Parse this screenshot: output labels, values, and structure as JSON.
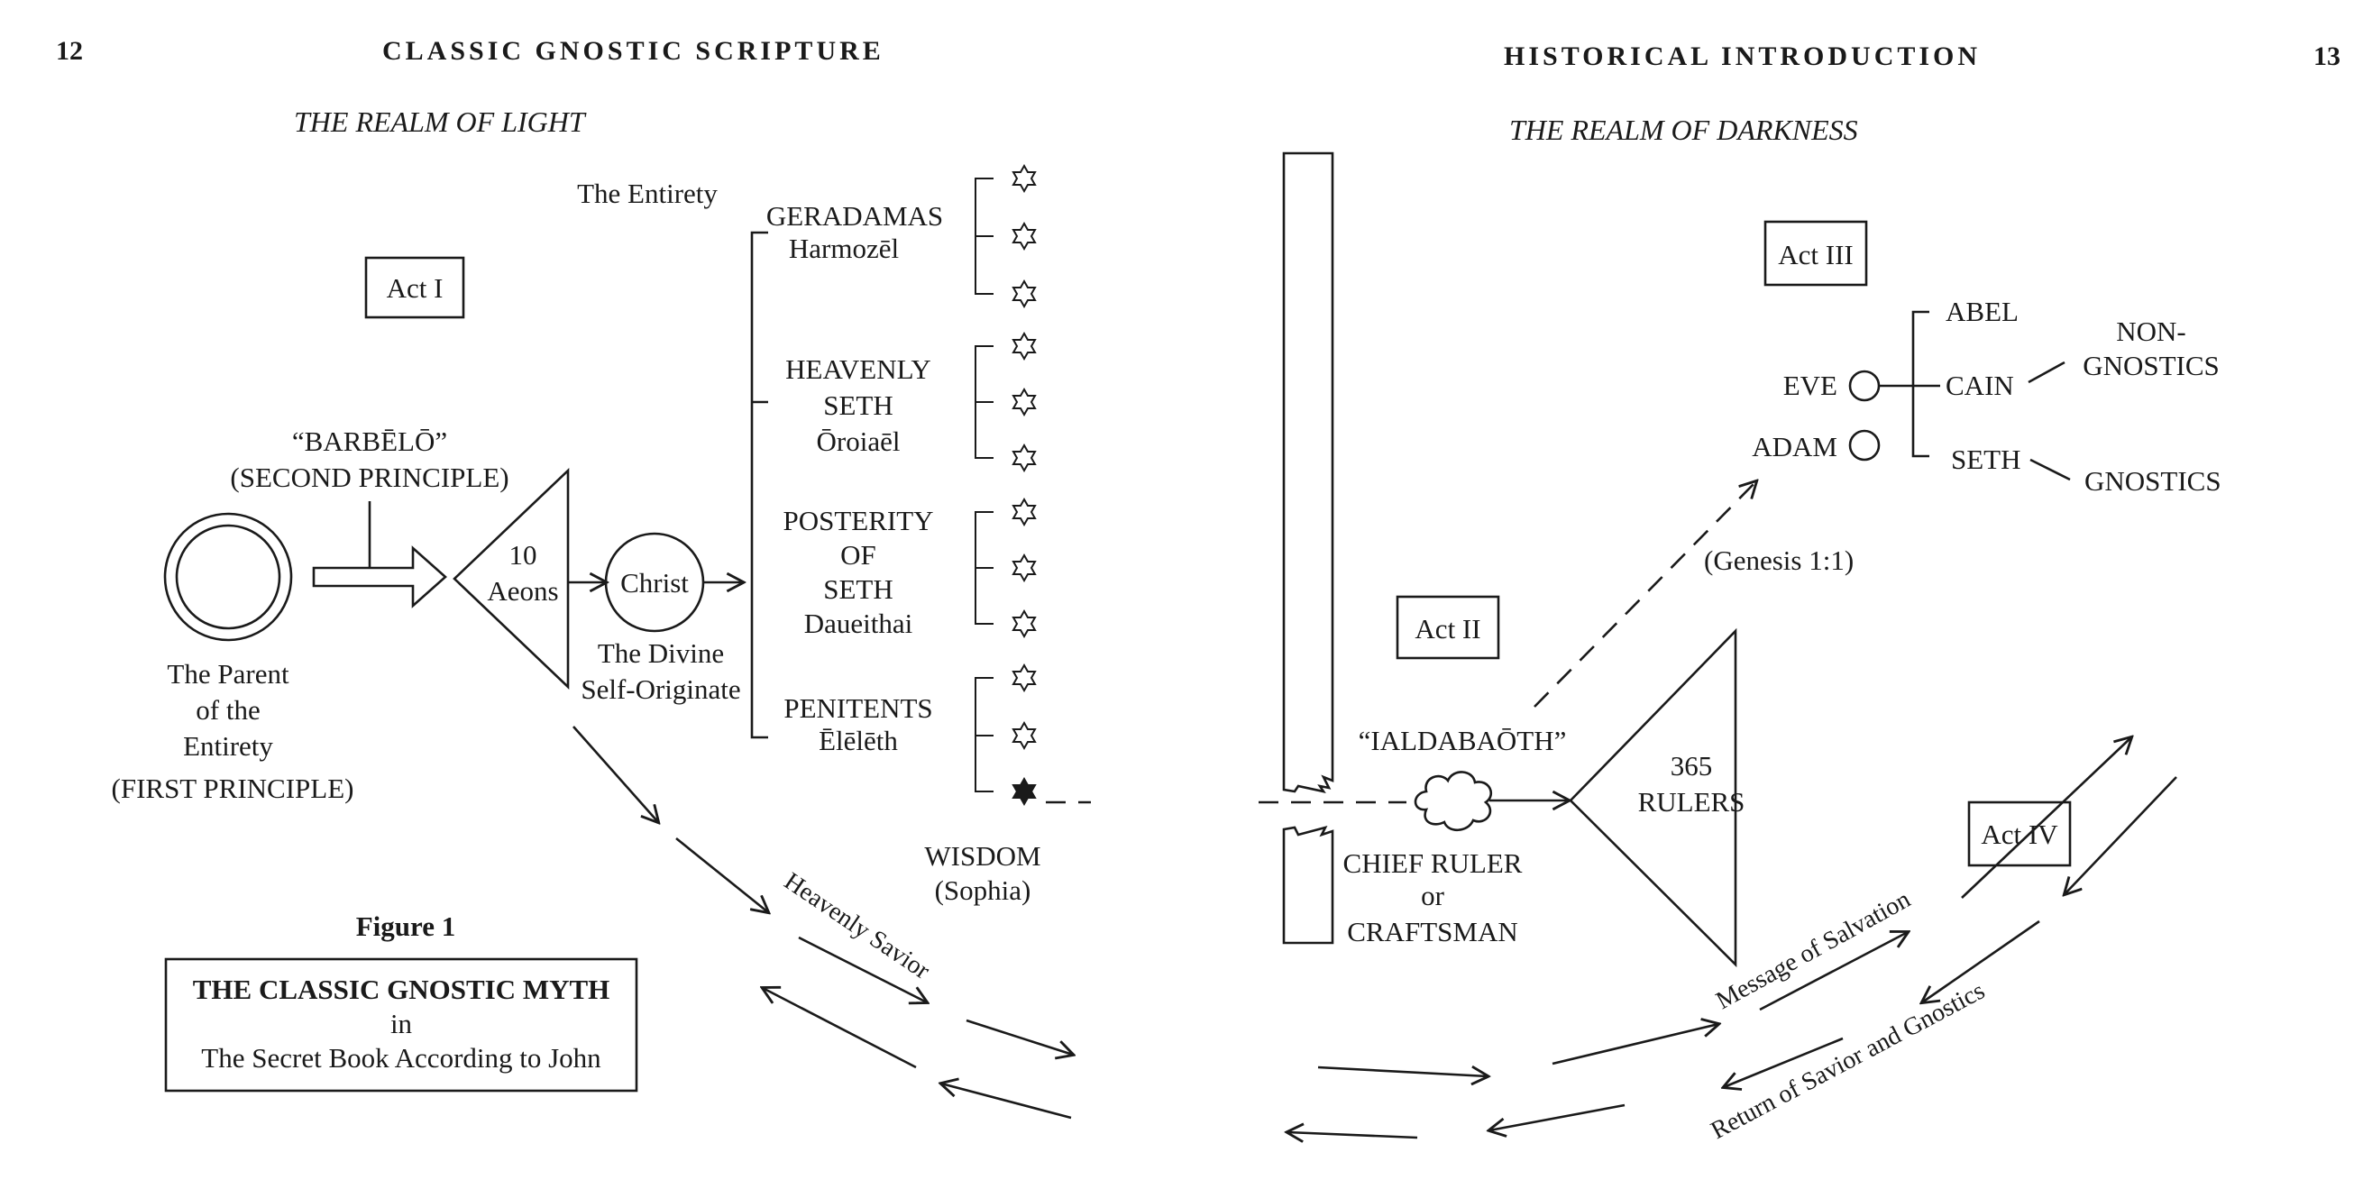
{
  "left_page": {
    "page_number": "12",
    "running_head": "CLASSIC GNOSTIC SCRIPTURE",
    "realm_title": "THE REALM OF LIGHT",
    "act_label": "Act I",
    "entirety_label": "The Entirety",
    "parent_label_lines": [
      "The Parent",
      "of the",
      "Entirety"
    ],
    "first_principle": "(FIRST PRINCIPLE)",
    "barbelo": "“BARBĒLŌ”",
    "second_principle": "(SECOND PRINCIPLE)",
    "aeons_lines": [
      "10",
      "Aeons"
    ],
    "christ": "Christ",
    "self_originate_lines": [
      "The Divine",
      "Self-Originate"
    ],
    "luminaries": [
      {
        "name_lines": [
          "GERADAMAS"
        ],
        "sub": "Harmozēl"
      },
      {
        "name_lines": [
          "HEAVENLY",
          "SETH"
        ],
        "sub": "Ōroiaēl"
      },
      {
        "name_lines": [
          "POSTERITY",
          "OF",
          "SETH"
        ],
        "sub": "Daueithai"
      },
      {
        "name_lines": [
          "PENITENTS"
        ],
        "sub": "Ēlēlēth"
      }
    ],
    "wisdom": "WISDOM",
    "sophia": "(Sophia)",
    "heavenly_savior": "Heavenly Savior",
    "figure_label": "Figure 1",
    "caption_lines": [
      "THE CLASSIC GNOSTIC MYTH",
      "in",
      "The Secret Book According to John"
    ]
  },
  "right_page": {
    "page_number": "13",
    "running_head": "HISTORICAL INTRODUCTION",
    "realm_title": "THE REALM OF DARKNESS",
    "act3": "Act III",
    "act2": "Act II",
    "act4": "Act IV",
    "eve": "EVE",
    "adam": "ADAM",
    "abel": "ABEL",
    "cain": "CAIN",
    "seth": "SETH",
    "non_gnostics_lines": [
      "NON-",
      "GNOSTICS"
    ],
    "gnostics": "GNOSTICS",
    "genesis": "(Genesis 1:1)",
    "ialdabaoth": "“IALDABAŌTH”",
    "chief_ruler_lines": [
      "CHIEF RULER",
      "or",
      "CRAFTSMAN"
    ],
    "rulers_lines": [
      "365",
      "RULERS"
    ],
    "message_of_salvation": "Message of Salvation",
    "return_label": "Return of Savior and Gnostics"
  }
}
